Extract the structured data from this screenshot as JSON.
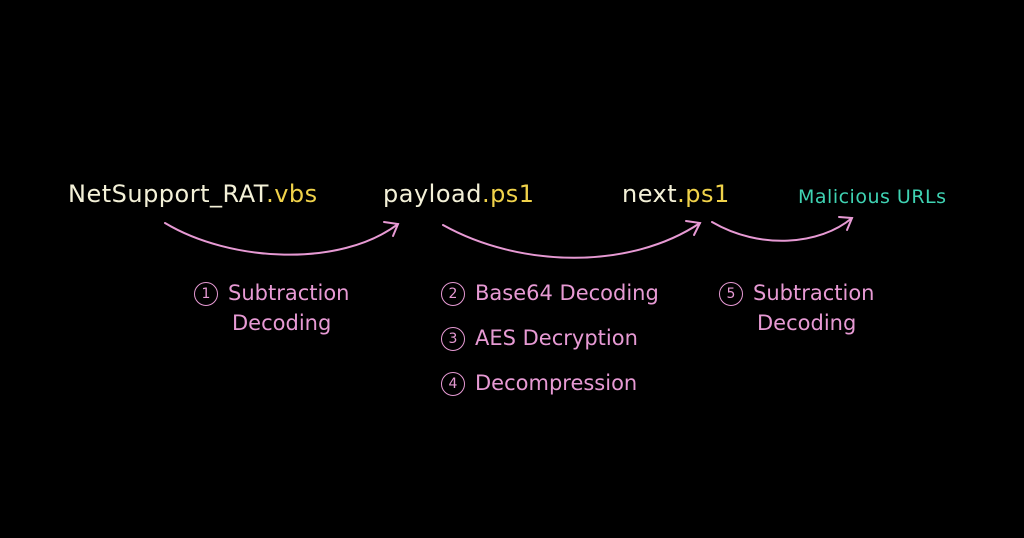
{
  "colors": {
    "white": "#f4f1d8",
    "yellow": "#f0d24a",
    "pink": "#e79ad4",
    "teal": "#3fd3b3"
  },
  "nodes": [
    {
      "name": "NetSupport_RAT",
      "ext": ".vbs"
    },
    {
      "name": "payload",
      "ext": ".ps1"
    },
    {
      "name": "next",
      "ext": ".ps1"
    },
    {
      "name": "Malicious URLs"
    }
  ],
  "steps": {
    "s1": {
      "num": "1",
      "line1": "Subtraction",
      "line2": "Decoding"
    },
    "s2": {
      "num": "2",
      "text": "Base64 Decoding"
    },
    "s3": {
      "num": "3",
      "text": "AES Decryption"
    },
    "s4": {
      "num": "4",
      "text": "Decompression"
    },
    "s5": {
      "num": "5",
      "line1": "Subtraction",
      "line2": "Decoding"
    }
  }
}
